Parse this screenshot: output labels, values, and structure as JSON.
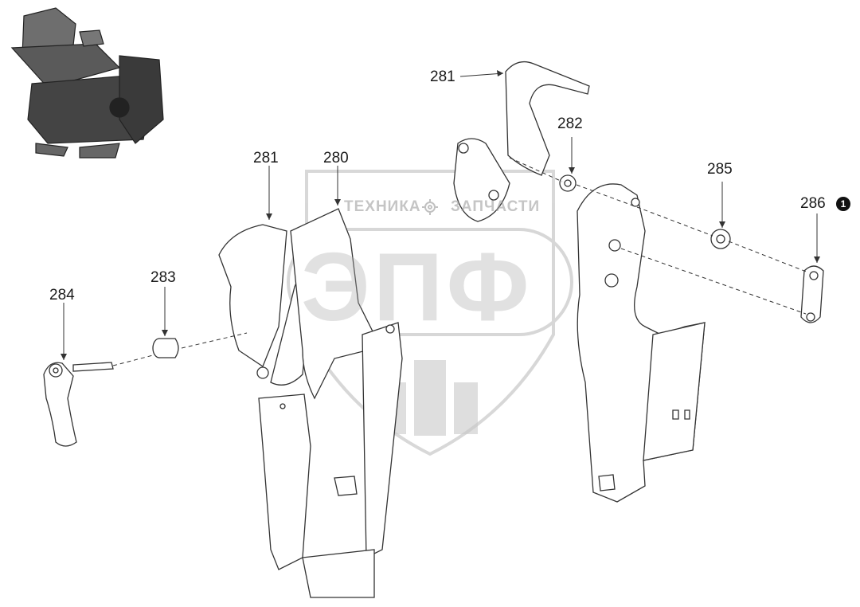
{
  "watermark": {
    "line1_left": "ТЕХНИКА",
    "line1_right": "ЗАПЧАСТИ",
    "gear_icon": "gear-icon",
    "big": "ЭПФ"
  },
  "callouts": {
    "c280": "280",
    "c281_left": "281",
    "c281_top": "281",
    "c282": "282",
    "c283": "283",
    "c284": "284",
    "c285": "285",
    "c286": "286"
  },
  "note_marker": "1",
  "colors": {
    "line": "#333333",
    "watermark": "#a0a0a0"
  }
}
